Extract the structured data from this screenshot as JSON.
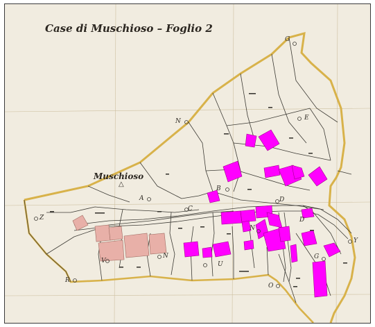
{
  "map": {
    "title": "Case di Muschioso – Foglio 2",
    "place_name": "Muschioso",
    "colors": {
      "paper": "#f1ece0",
      "ink": "#3c3a34",
      "boundary": "#d8b24a",
      "building_current": "#ff00ff",
      "building_old": "#e8b0a8",
      "grid": "#c9bda0"
    },
    "point_labels": [
      "G",
      "E",
      "N",
      "D",
      "A",
      "Z",
      "B",
      "C",
      "N",
      "D",
      "V",
      "U",
      "G",
      "O",
      "R",
      "N",
      "Y"
    ]
  }
}
